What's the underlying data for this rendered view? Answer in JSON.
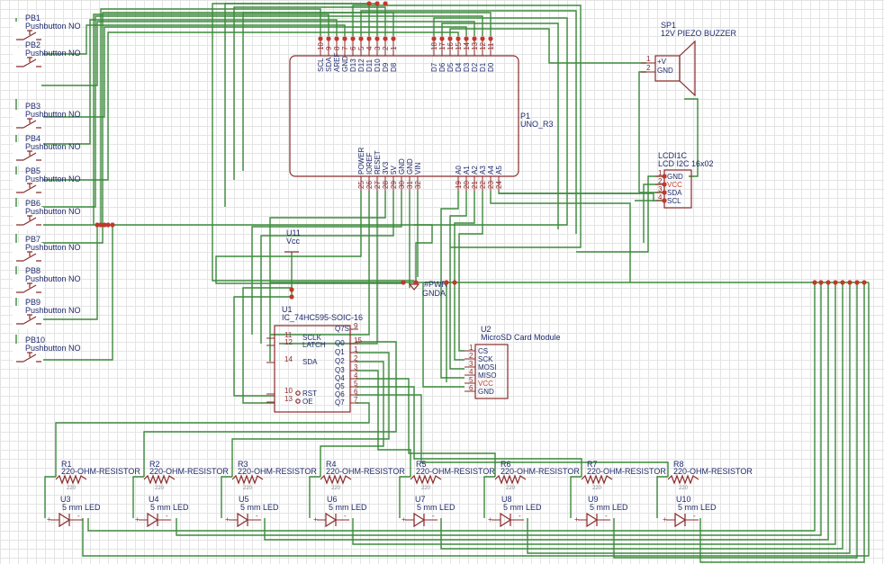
{
  "pushbuttons": [
    {
      "ref": "PB1",
      "value": "Pushbutton NO"
    },
    {
      "ref": "PB2",
      "value": "Pushbutton NO"
    },
    {
      "ref": "PB3",
      "value": "Pushbutton NO"
    },
    {
      "ref": "PB4",
      "value": "Pushbutton NO"
    },
    {
      "ref": "PB5",
      "value": "Pushbutton NO"
    },
    {
      "ref": "PB6",
      "value": "Pushbutton NO"
    },
    {
      "ref": "PB7",
      "value": "Pushbutton NO"
    },
    {
      "ref": "PB8",
      "value": "Pushbutton NO"
    },
    {
      "ref": "PB9",
      "value": "Pushbutton NO"
    },
    {
      "ref": "PB10",
      "value": "Pushbutton NO"
    }
  ],
  "arduino": {
    "ref": "P1",
    "value": "UNO_R3",
    "top_pins": [
      {
        "name": "SCL",
        "num": "10"
      },
      {
        "name": "SDA",
        "num": "9"
      },
      {
        "name": "AREF",
        "num": "8"
      },
      {
        "name": "GND",
        "num": "7"
      },
      {
        "name": "D13",
        "num": "6"
      },
      {
        "name": "D12",
        "num": "5"
      },
      {
        "name": "D11",
        "num": "4"
      },
      {
        "name": "D10",
        "num": "3"
      },
      {
        "name": "D9",
        "num": "2"
      },
      {
        "name": "D8",
        "num": "1"
      },
      {
        "name": "D7",
        "num": "18"
      },
      {
        "name": "D6",
        "num": "17"
      },
      {
        "name": "D5",
        "num": "16"
      },
      {
        "name": "D4",
        "num": "15"
      },
      {
        "name": "D3",
        "num": "14"
      },
      {
        "name": "D2",
        "num": "13"
      },
      {
        "name": "D1",
        "num": "12"
      },
      {
        "name": "D0",
        "num": "11"
      }
    ],
    "bottom_pins": [
      {
        "name": "POWER",
        "num": "25"
      },
      {
        "name": "IOREF",
        "num": "26"
      },
      {
        "name": "RESET",
        "num": "27"
      },
      {
        "name": "3V3",
        "num": "28"
      },
      {
        "name": "5V",
        "num": "29"
      },
      {
        "name": "GND",
        "num": "30"
      },
      {
        "name": "GND",
        "num": "31"
      },
      {
        "name": "VIN",
        "num": "32"
      },
      {
        "name": "A0",
        "num": "19"
      },
      {
        "name": "A1",
        "num": "20"
      },
      {
        "name": "A2",
        "num": "21"
      },
      {
        "name": "A3",
        "num": "22"
      },
      {
        "name": "A4",
        "num": "23"
      },
      {
        "name": "A5",
        "num": "24"
      }
    ]
  },
  "buzzer": {
    "ref": "SP1",
    "value": "12V PIEZO BUZZER",
    "pins": [
      {
        "name": "+V",
        "num": "1"
      },
      {
        "name": "GND",
        "num": "2"
      }
    ]
  },
  "lcd": {
    "ref": "LCDI1C",
    "value": "LCD I2C 16x02",
    "pins": [
      {
        "name": "GND",
        "num": "1"
      },
      {
        "name": "VCC",
        "num": "2"
      },
      {
        "name": "SDA",
        "num": "3"
      },
      {
        "name": "SCL",
        "num": "4"
      }
    ]
  },
  "vcc": {
    "ref": "U11",
    "value": "Vcc"
  },
  "pwr": {
    "ref": "#PWR",
    "value": "GNDA"
  },
  "shift_register": {
    "ref": "U1",
    "value": "IC_74HC595-SOIC-16",
    "left_pins": [
      {
        "name": "SCLK",
        "num": "11"
      },
      {
        "name": "LATCH",
        "num": "12"
      },
      {
        "name": "SDA",
        "num": "14"
      },
      {
        "name": "RST",
        "num": "10"
      },
      {
        "name": "OE",
        "num": "13"
      }
    ],
    "right_pins": [
      {
        "name": "Q7S",
        "num": "9"
      },
      {
        "name": "Q0",
        "num": "15"
      },
      {
        "name": "Q1",
        "num": "1"
      },
      {
        "name": "Q2",
        "num": "2"
      },
      {
        "name": "Q3",
        "num": "3"
      },
      {
        "name": "Q4",
        "num": "4"
      },
      {
        "name": "Q5",
        "num": "5"
      },
      {
        "name": "Q6",
        "num": "6"
      },
      {
        "name": "Q7",
        "num": "7"
      }
    ]
  },
  "sd": {
    "ref": "U2",
    "value": "MicroSD Card Module",
    "pins": [
      {
        "name": "CS",
        "num": "1"
      },
      {
        "name": "SCK",
        "num": "2"
      },
      {
        "name": "MOSI",
        "num": "3"
      },
      {
        "name": "MISO",
        "num": "4"
      },
      {
        "name": "VCC",
        "num": "5"
      },
      {
        "name": "GND",
        "num": "6"
      }
    ]
  },
  "resistors": [
    {
      "ref": "R1",
      "value": "220-OHM-RESISTOR",
      "small": "220"
    },
    {
      "ref": "R2",
      "value": "220-OHM-RESISTOR",
      "small": "220"
    },
    {
      "ref": "R3",
      "value": "220-OHM-RESISTOR",
      "small": "220"
    },
    {
      "ref": "R4",
      "value": "220-OHM-RESISTOR",
      "small": "220"
    },
    {
      "ref": "R5",
      "value": "220-OHM-RESISTOR",
      "small": "220"
    },
    {
      "ref": "R6",
      "value": "220-OHM-RESISTOR",
      "small": "220"
    },
    {
      "ref": "R7",
      "value": "220-OHM-RESISTOR",
      "small": "220"
    },
    {
      "ref": "R8",
      "value": "220-OHM-RESISTOR",
      "small": "220"
    }
  ],
  "leds": [
    {
      "ref": "U3",
      "value": "5 mm LED"
    },
    {
      "ref": "U4",
      "value": "5 mm LED"
    },
    {
      "ref": "U5",
      "value": "5 mm LED"
    },
    {
      "ref": "U6",
      "value": "5 mm LED"
    },
    {
      "ref": "U7",
      "value": "5 mm LED"
    },
    {
      "ref": "U8",
      "value": "5 mm LED"
    },
    {
      "ref": "U9",
      "value": "5 mm LED"
    },
    {
      "ref": "U10",
      "value": "5 mm LED"
    }
  ],
  "led_signs": {
    "plus": "+",
    "minus": "-"
  },
  "colors": {
    "wire": "#3c8a3c",
    "component": "#8b2a2a",
    "label": "#1f2a6b",
    "junction": "#c0392b",
    "grid": "#e4e4e4"
  }
}
